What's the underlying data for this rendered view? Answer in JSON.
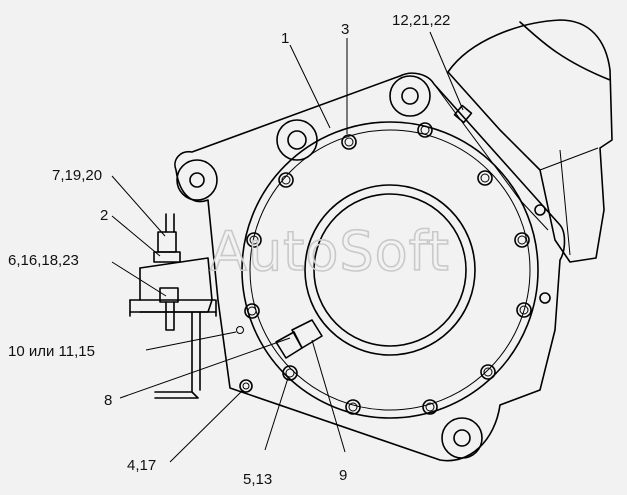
{
  "watermark": "AutoSoft",
  "callouts": [
    {
      "id": "c1",
      "text": "1"
    },
    {
      "id": "c3",
      "text": "3"
    },
    {
      "id": "c12",
      "text": "12,21,22"
    },
    {
      "id": "c7",
      "text": "7,19,20"
    },
    {
      "id": "c2",
      "text": "2"
    },
    {
      "id": "c6",
      "text": "6,16,18,23"
    },
    {
      "id": "c10",
      "text": "10 или 11,15"
    },
    {
      "id": "c8",
      "text": "8"
    },
    {
      "id": "c4",
      "text": "4,17"
    },
    {
      "id": "c5",
      "text": "5,13"
    },
    {
      "id": "c9",
      "text": "9"
    }
  ]
}
